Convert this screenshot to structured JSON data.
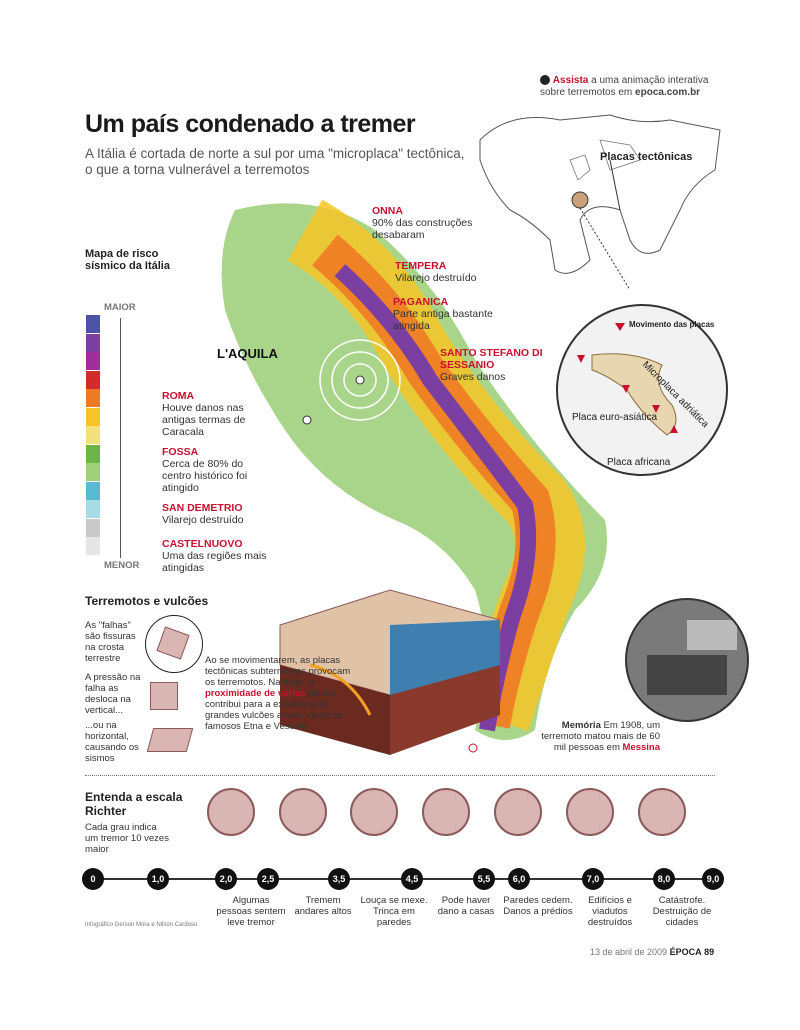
{
  "header": {
    "title": "Um país condenado a tremer",
    "subtitle": "A Itália é cortada de norte a sul por uma \"microplaca\" tectônica, o que a torna vulnerável a terremotos",
    "assista_word": "Assista",
    "assista_text": "a uma animação interativa sobre terremotos em",
    "assista_site": "epoca.com.br"
  },
  "world_map": {
    "label": "Placas tectônicas"
  },
  "inset": {
    "legend": "Movimento das placas",
    "microplaca": "Microplaca adriática",
    "euroasiatica": "Placa euro-asiática",
    "africana": "Placa africana"
  },
  "risk_legend": {
    "title": "Mapa de risco sísmico da Itália",
    "max": "MAIOR",
    "min": "MENOR",
    "colors": [
      "#4a53a8",
      "#7b3fa1",
      "#a12e9b",
      "#d22b2b",
      "#ef7a24",
      "#f6c424",
      "#f4e07a",
      "#6cb648",
      "#9fd07c",
      "#58b9d3",
      "#a7dbe6",
      "#c9c9c9",
      "#e6e6e6"
    ]
  },
  "map": {
    "epicenter": "L'AQUILA",
    "places": [
      {
        "name": "ONNA",
        "desc": "90% das construções desabaram"
      },
      {
        "name": "TEMPERA",
        "desc": "Vilarejo destruído"
      },
      {
        "name": "PAGANICA",
        "desc": "Parte antiga bastante atingida"
      },
      {
        "name": "SANTO STEFANO DI SESSANIO",
        "desc": "Graves danos"
      },
      {
        "name": "ROMA",
        "desc": "Houve danos nas antigas termas de Caracala"
      },
      {
        "name": "FOSSA",
        "desc": "Cerca de 80% do centro histórico foi atingido"
      },
      {
        "name": "SAN DEMETRIO",
        "desc": "Vilarejo destruído"
      },
      {
        "name": "CASTELNUOVO",
        "desc": "Uma das regiões mais atingidas"
      }
    ]
  },
  "quakes": {
    "title": "Terremotos e vulcões",
    "falhas": "As \"falhas\" são fissuras na crosta terrestre",
    "vertical": "A pressão na falha as desloca na vertical...",
    "horizontal": "...ou na horizontal, causando os sismos",
    "text_a": "Ao se movimentarem, as placas tectônicas subterrâneas provocam os terremotos. Na Itália, a",
    "text_red": "proximidade de várias",
    "text_b": "placas contribui para a existência de grandes vulcões ativos, como os famosos Etna e Vesúvio"
  },
  "memoria": {
    "label": "Memória",
    "text": "Em 1908, um terremoto matou mais de 60 mil pessoas em",
    "city": "Messina"
  },
  "richter": {
    "title": "Entenda a escala Richter",
    "desc": "Cada grau indica um tremor 10 vezes maior",
    "values": [
      "0",
      "1,0",
      "2,0",
      "2,5",
      "3,5",
      "4,5",
      "5,5",
      "6,0",
      "7,0",
      "8,0",
      "9,0"
    ],
    "labels": [
      "Algumas pessoas sentem leve tremor",
      "Tremem andares altos",
      "Louça se mexe. Trinca em paredes",
      "Pode haver dano a casas",
      "Paredes cedem. Danos a prédios",
      "Edifícios e viadutos destruídos",
      "Catástrofe. Destruição de cidades"
    ]
  },
  "footer": {
    "credit": "Infográfico Gerson Mora e Nilson Cardoso",
    "date": "13 de abril de 2009",
    "brand": "ÉPOCA",
    "page": "89"
  }
}
